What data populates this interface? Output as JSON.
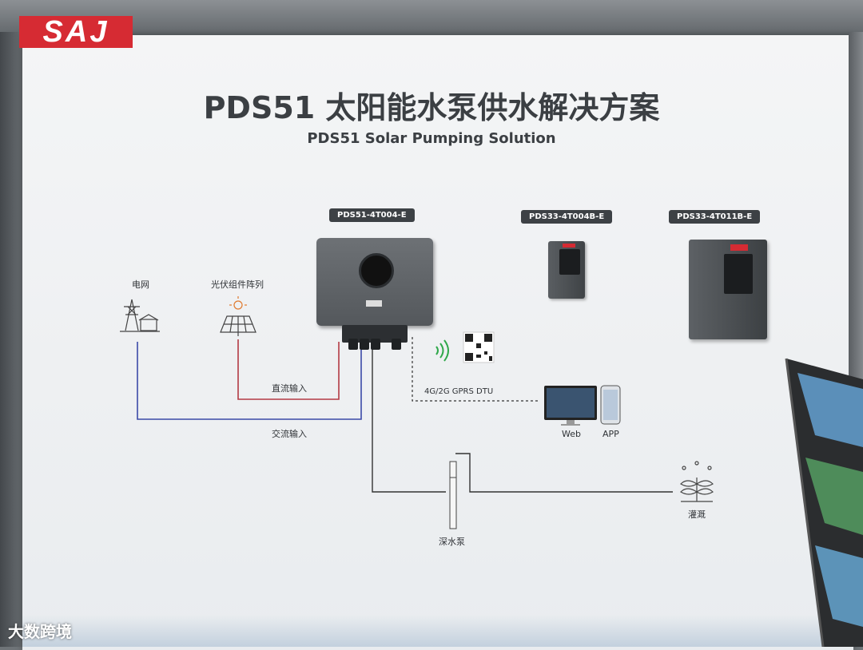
{
  "logo": "SAJ",
  "title": "PDS51 太阳能水泵供水解决方案",
  "subtitle": "PDS51 Solar Pumping Solution",
  "models": {
    "main": "PDS51-4T004-E",
    "second": "PDS33-4T004B-E",
    "third": "PDS33-4T011B-E"
  },
  "labels": {
    "grid": "电网",
    "pv_array": "光伏组件阵列",
    "dc_input": "直流输入",
    "ac_input": "交流输入",
    "dtu": "4G/2G GPRS DTU",
    "web": "Web",
    "app": "APP",
    "pump": "深水泵",
    "irrigation": "灌溉"
  },
  "watermark": "大数跨境",
  "colors": {
    "brand_red": "#d62b33",
    "dc_line": "#b33a44",
    "ac_line": "#3b4aa8",
    "signal_green": "#2fa84a"
  }
}
